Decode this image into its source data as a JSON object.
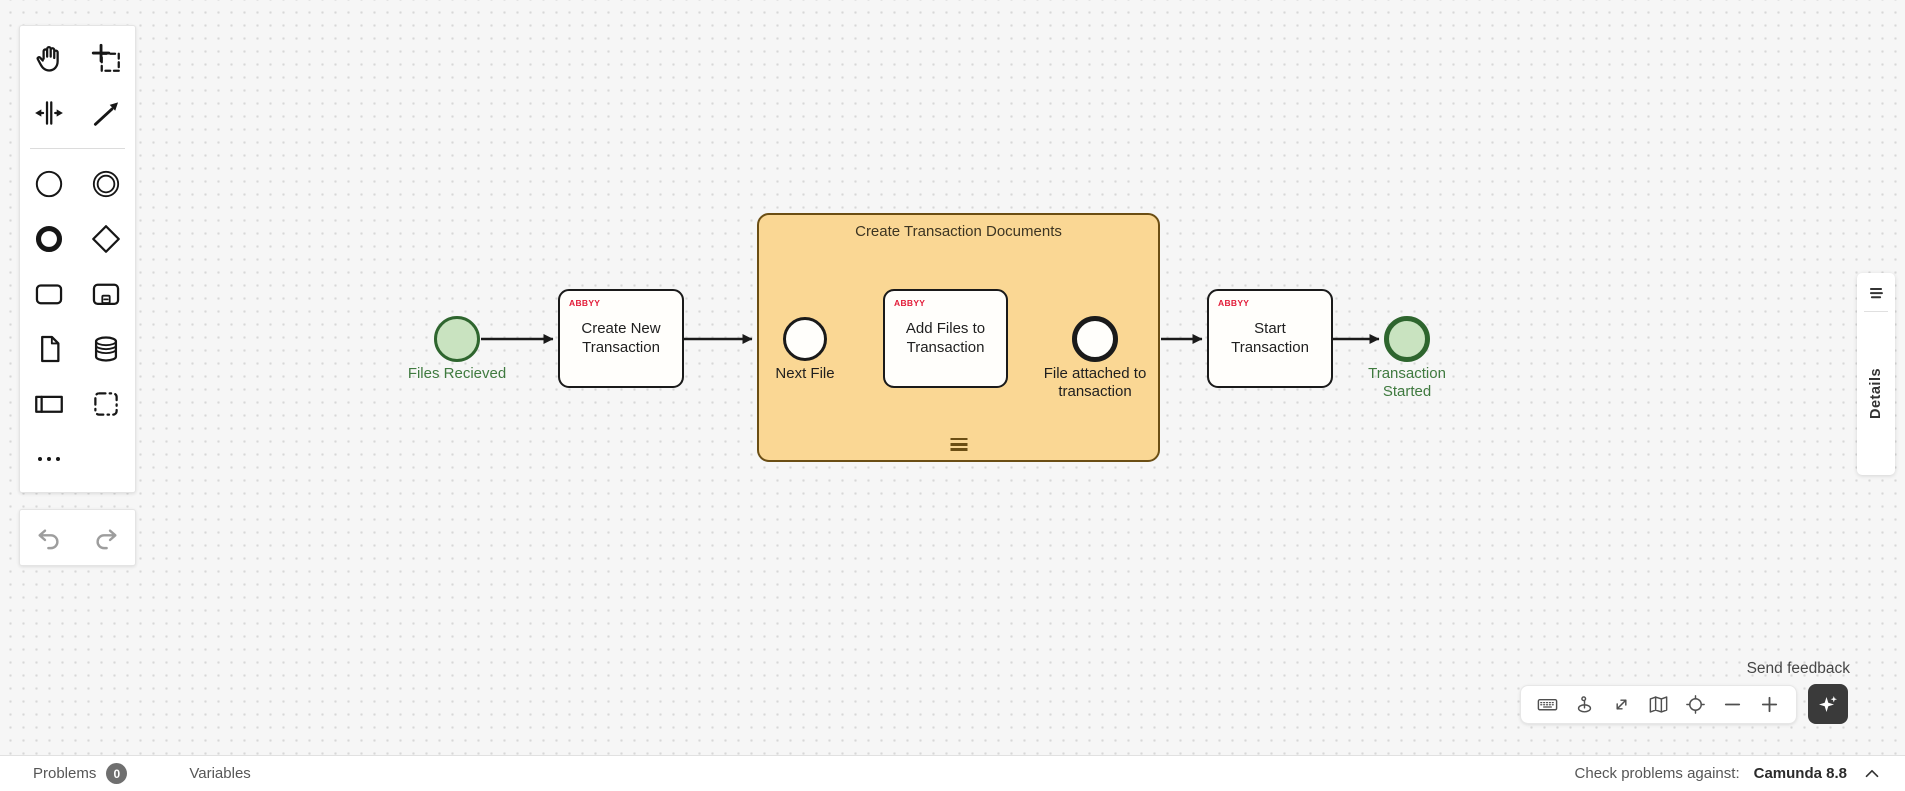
{
  "palette": {
    "tools": [
      "hand-tool",
      "lasso-tool",
      "space-tool",
      "global-connect-tool",
      "create-start-event",
      "create-intermediate-event",
      "create-end-event",
      "create-gateway",
      "create-task",
      "create-expanded-subprocess",
      "create-data-object",
      "create-data-store",
      "create-participant",
      "create-group",
      "more-tools"
    ],
    "history": [
      "undo",
      "redo"
    ]
  },
  "canvas": {
    "diagram": {
      "start_event_label": "Files Recieved",
      "task1": {
        "vendor": "ABBYY",
        "label": "Create New Transaction"
      },
      "subprocess_title": "Create Transaction Documents",
      "inner_start_label": "Next File",
      "task2": {
        "vendor": "ABBYY",
        "label": "Add Files to Transaction"
      },
      "inner_end_label": "File attached to transaction",
      "task3": {
        "vendor": "ABBYY",
        "label": "Start Transaction"
      },
      "end_event_label": "Transaction Started",
      "colors": {
        "event_green_fill": "#c9e3c0",
        "event_green_stroke": "#2e652e",
        "subprocess_fill": "#fad794",
        "subprocess_stroke": "#6b4e14",
        "abbyy_red": "#e21a37",
        "shape_stroke": "#1a1a1a"
      }
    }
  },
  "details_panel": {
    "label": "Details"
  },
  "canvas_toolbar": {
    "icons": [
      "keyboard",
      "token-simulation",
      "fit-viewport",
      "minimap",
      "reset-view",
      "zoom-out",
      "zoom-in"
    ],
    "ai_button_icon": "sparkles",
    "ai_button_bg": "#3a3a3a"
  },
  "feedback_link": "Send feedback",
  "status_bar": {
    "problems_label": "Problems",
    "problems_count": "0",
    "variables_label": "Variables",
    "check_problems_label": "Check problems against:",
    "engine_version": "Camunda 8.8"
  }
}
